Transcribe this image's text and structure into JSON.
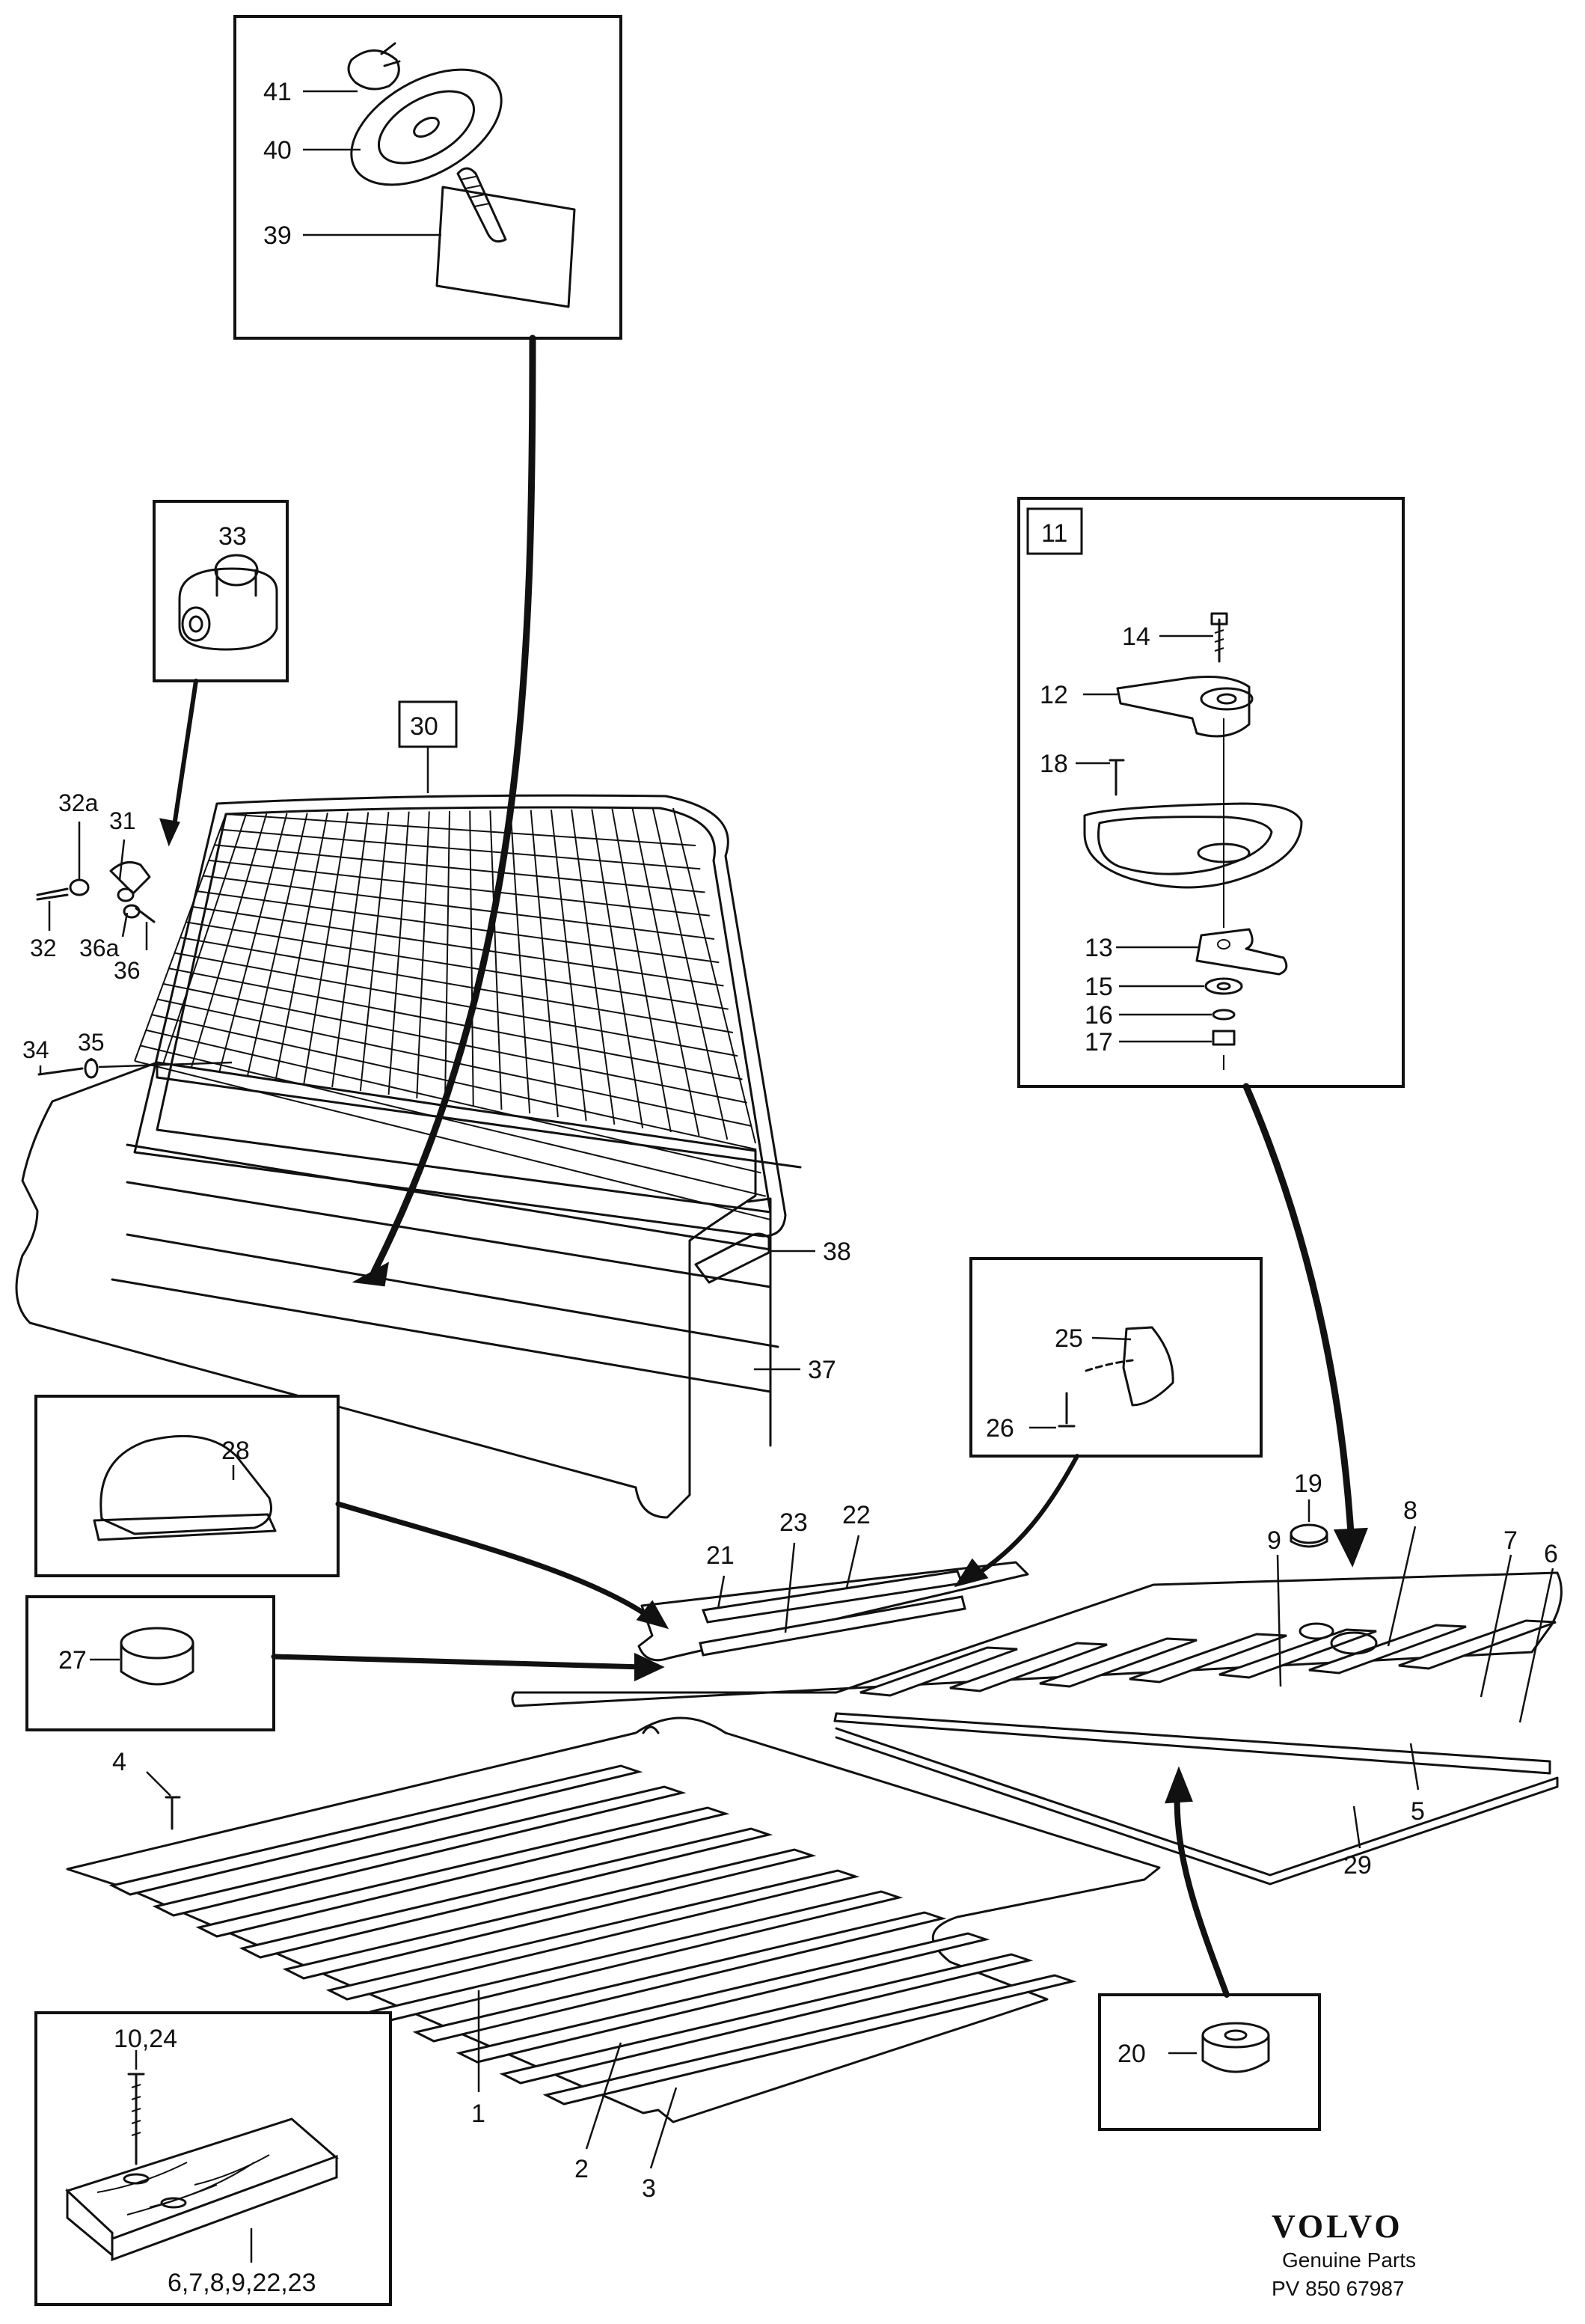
{
  "brand": {
    "logo": "VOLVO",
    "line1": "Genuine Parts",
    "line2": "PV 850 67987"
  },
  "callouts": {
    "c1": "1",
    "c2": "2",
    "c3": "3",
    "c4": "4",
    "c5": "5",
    "c6": "6",
    "c7": "7",
    "c8": "8",
    "c9": "9",
    "c11": "11",
    "c12": "12",
    "c13": "13",
    "c14": "14",
    "c15": "15",
    "c16": "16",
    "c17": "17",
    "c18": "18",
    "c19": "19",
    "c20": "20",
    "c21": "21",
    "c22": "22",
    "c23": "23",
    "c25": "25",
    "c26": "26",
    "c27": "27",
    "c28": "28",
    "c29": "29",
    "c30": "30",
    "c31": "31",
    "c32": "32",
    "c32a": "32a",
    "c33": "33",
    "c34": "34",
    "c35": "35",
    "c36": "36",
    "c36a": "36a",
    "c37": "37",
    "c38": "38",
    "c39": "39",
    "c40": "40",
    "c41": "41",
    "c10_24": "10,24",
    "c_wood_list": "6,7,8,9,22,23"
  }
}
